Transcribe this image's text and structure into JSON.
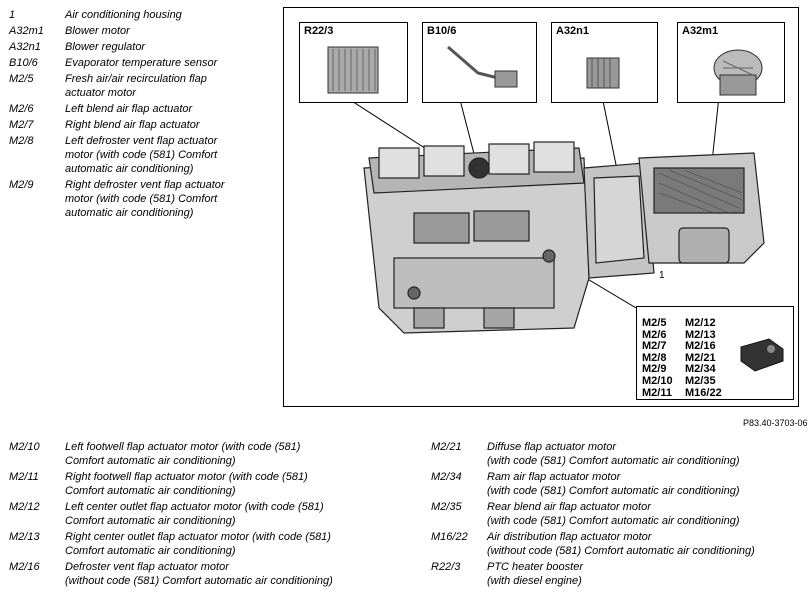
{
  "legend_top": [
    {
      "code": "1",
      "lines": [
        "Air conditioning housing"
      ]
    },
    {
      "code": "A32m1",
      "lines": [
        "Blower motor"
      ]
    },
    {
      "code": "A32n1",
      "lines": [
        "Blower regulator"
      ]
    },
    {
      "code": "B10/6",
      "lines": [
        "Evaporator temperature sensor"
      ]
    },
    {
      "code": "M2/5",
      "lines": [
        "Fresh air/air recirculation flap",
        "actuator motor"
      ]
    },
    {
      "code": "M2/6",
      "lines": [
        "Left blend air flap actuator"
      ]
    },
    {
      "code": "M2/7",
      "lines": [
        "Right blend air flap actuator"
      ]
    },
    {
      "code": "M2/8",
      "lines": [
        "Left defroster vent flap actuator",
        "motor (with code (581) Comfort",
        "automatic air conditioning)"
      ]
    },
    {
      "code": "M2/9",
      "lines": [
        "Right defroster vent flap actuator",
        "motor (with code (581) Comfort",
        "automatic air conditioning)"
      ]
    }
  ],
  "legend_bottom_left": [
    {
      "code": "M2/10",
      "lines": [
        "Left footwell flap actuator motor (with code (581)",
        "Comfort automatic air conditioning)"
      ]
    },
    {
      "code": "M2/11",
      "lines": [
        "Right footwell flap actuator motor (with code (581)",
        "Comfort automatic air conditioning)"
      ]
    },
    {
      "code": "M2/12",
      "lines": [
        "Left center outlet flap actuator motor (with code (581)",
        "Comfort automatic air conditioning)"
      ]
    },
    {
      "code": "M2/13",
      "lines": [
        "Right center outlet flap actuator motor (with code (581)",
        "Comfort automatic air conditioning)"
      ]
    },
    {
      "code": "M2/16",
      "lines": [
        "Defroster vent flap actuator motor",
        "(without code (581) Comfort automatic air conditioning)"
      ]
    }
  ],
  "legend_bottom_right": [
    {
      "code": "M2/21",
      "lines": [
        "Diffuse flap actuator motor",
        "(with code (581) Comfort automatic air conditioning)"
      ]
    },
    {
      "code": "M2/34",
      "lines": [
        "Ram air flap actuator motor",
        "(with code (581) Comfort automatic air conditioning)"
      ]
    },
    {
      "code": "M2/35",
      "lines": [
        "Rear blend air flap actuator motor",
        "(with code (581) Comfort automatic air conditioning)"
      ]
    },
    {
      "code": "M16/22",
      "lines": [
        "Air distribution flap actuator motor",
        "(without code (581) Comfort automatic air conditioning)"
      ]
    },
    {
      "code": "R22/3",
      "lines": [
        "PTC heater booster",
        "(with diesel engine)"
      ]
    }
  ],
  "callouts": [
    {
      "label": "R22/3"
    },
    {
      "label": "B10/6"
    },
    {
      "label": "A32n1"
    },
    {
      "label": "A32m1"
    }
  ],
  "actuator_labels": {
    "col1": [
      "M2/5",
      "M2/6",
      "M2/7",
      "M2/8",
      "M2/9",
      "M2/10",
      "M2/11"
    ],
    "col2": [
      "M2/12",
      "M2/13",
      "M2/16",
      "M2/21",
      "M2/34",
      "M2/35",
      "M16/22"
    ]
  },
  "part_number_label": "1",
  "figure_ref": "P83.40-3703-06"
}
